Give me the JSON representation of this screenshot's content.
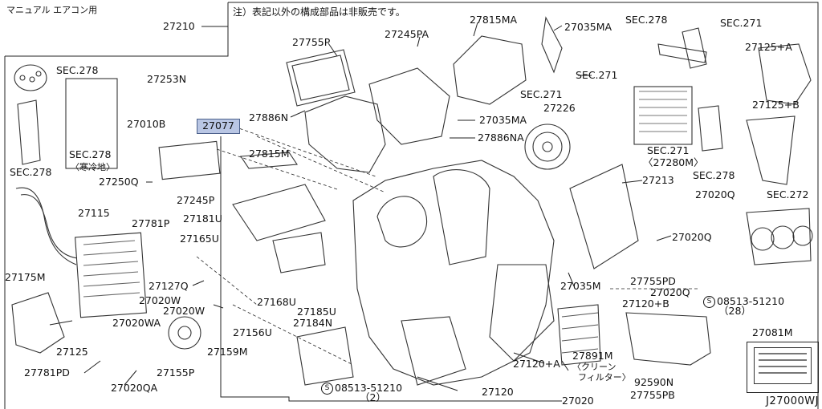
{
  "header": {
    "subtitle": "マニュアル エアコン用",
    "note": "注）表記以外の構成部品は非販売です。"
  },
  "highlight_part": "27077",
  "diagram_id": "J27000WJ",
  "parts": {
    "p27210": "27210",
    "p27755P": "27755P",
    "p27245PA": "27245PA",
    "p27815MA": "27815MA",
    "p27035MA_top": "27035MA",
    "sec278_top": "SEC.278",
    "sec271_top": "SEC.271",
    "sec278_left": "SEC.278",
    "p27253N": "27253N",
    "p27125A": "27125+A",
    "sec271_mid": "SEC.271",
    "sec271_mid2": "SEC.271",
    "p27125B": "27125+B",
    "p27010B": "27010B",
    "p27886N": "27886N",
    "p27035MA_mid": "27035MA",
    "p27226": "27226",
    "sec278_box": "SEC.278",
    "cold_region": "〈寒冷地〉",
    "p27886NA": "27886NA",
    "sec271_28": "SEC.271",
    "p27280M": "〈27280M〉",
    "sec278_right": "SEC.278",
    "sec278_far_left": "SEC.278",
    "p27815M": "27815M",
    "p27250Q": "27250Q",
    "p27245P": "27245P",
    "p27213": "27213",
    "p27020Q_r": "27020Q",
    "sec272": "SEC.272",
    "p27115": "27115",
    "p27781P": "27781P",
    "p27181U": "27181U",
    "p27165U": "27165U",
    "p27020Q_r2": "27020Q",
    "p27175M": "27175M",
    "p27127Q": "27127Q",
    "p27020W_1": "27020W",
    "p27020W_2": "27020W",
    "p27168U": "27168U",
    "p27035M": "27035M",
    "p27755PD": "27755PD",
    "p27020Q_r3": "27020Q",
    "bolt1": "08513-51210",
    "bolt1_qty": "（28）",
    "p27120B": "27120+B",
    "p27185U": "27185U",
    "p27184N": "27184N",
    "p27020WA": "27020WA",
    "p27125": "27125",
    "p27156U": "27156U",
    "p27159M": "27159M",
    "p27081M": "27081M",
    "p27120A": "27120+A",
    "p27891M": "27891M",
    "filter1": "〈クリーン",
    "filter2": "フィルター〉",
    "p27781PD": "27781PD",
    "p27155P": "27155P",
    "bolt2": "08513-51210",
    "bolt2_qty": "（2）",
    "p27120": "27120",
    "p92590N": "92590N",
    "p27020QA": "27020QA",
    "p27020": "27020",
    "p27755PB": "27755PB"
  },
  "bolt_badge": "S"
}
